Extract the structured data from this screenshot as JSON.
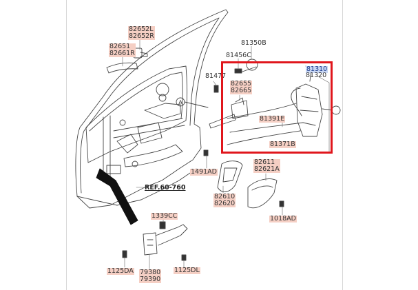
{
  "labels": {
    "p82652": [
      "82652L",
      "82652R"
    ],
    "p82651": [
      "82651",
      "82661R"
    ],
    "p81350": "81350B",
    "p81456": "81456C",
    "p81477": "81477",
    "p82655": [
      "82655",
      "82665"
    ],
    "p81310": "81310",
    "p81320": "81320",
    "p81391": "81391E",
    "p81371": "81371B",
    "p1491": "1491AD",
    "p82611": [
      "82611",
      "82621A"
    ],
    "p82610": [
      "82610",
      "82620"
    ],
    "p1018": "1018AD",
    "p1339": "1339CC",
    "p1125da": "1125DA",
    "p79380": [
      "79380",
      "79390"
    ],
    "p1125dl": "1125DL",
    "callout": "A",
    "ref": "REF.60-760"
  },
  "colors": {
    "label_fill": "#f5cfc4",
    "selected_fill": "#c9d8f5",
    "highlight_border": "#e0161c"
  }
}
